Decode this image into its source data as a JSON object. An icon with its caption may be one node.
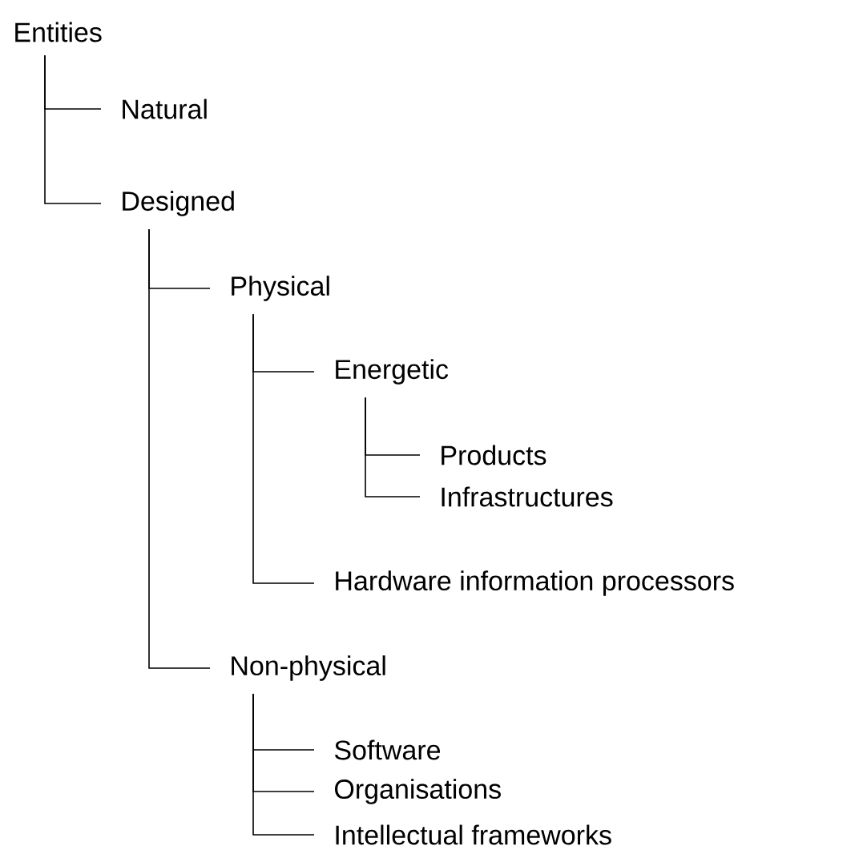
{
  "diagram": {
    "nodes": [
      {
        "text": [
          "Entities"
        ]
      },
      {
        "text": [
          "Natural"
        ]
      },
      {
        "text": [
          "Designed"
        ]
      },
      {
        "text": [
          "Physical"
        ]
      },
      {
        "text": [
          "Energetic"
        ]
      },
      {
        "text": [
          "Products"
        ]
      },
      {
        "text": [
          "Infrastructures"
        ]
      },
      {
        "text": [
          "Hardware information processors"
        ]
      },
      {
        "text": [
          "Non-physical"
        ]
      },
      {
        "text": [
          "Software"
        ]
      },
      {
        "text": [
          "Organisations"
        ]
      },
      {
        "text": [
          "Intellectual frameworks"
        ]
      }
    ],
    "edges": [
      {
        "from": 0,
        "to": 1,
        "arrow": "none"
      },
      {
        "from": 0,
        "to": 2,
        "arrow": "none"
      },
      {
        "from": 2,
        "to": 3,
        "arrow": "none"
      },
      {
        "from": 2,
        "to": 8,
        "arrow": "none"
      },
      {
        "from": 3,
        "to": 4,
        "arrow": "none"
      },
      {
        "from": 3,
        "to": 7,
        "arrow": "none"
      },
      {
        "from": 4,
        "to": 5,
        "arrow": "none"
      },
      {
        "from": 4,
        "to": 6,
        "arrow": "none"
      },
      {
        "from": 8,
        "to": 9,
        "arrow": "none"
      },
      {
        "from": 8,
        "to": 10,
        "arrow": "none"
      },
      {
        "from": 8,
        "to": 11,
        "arrow": "none"
      }
    ]
  }
}
